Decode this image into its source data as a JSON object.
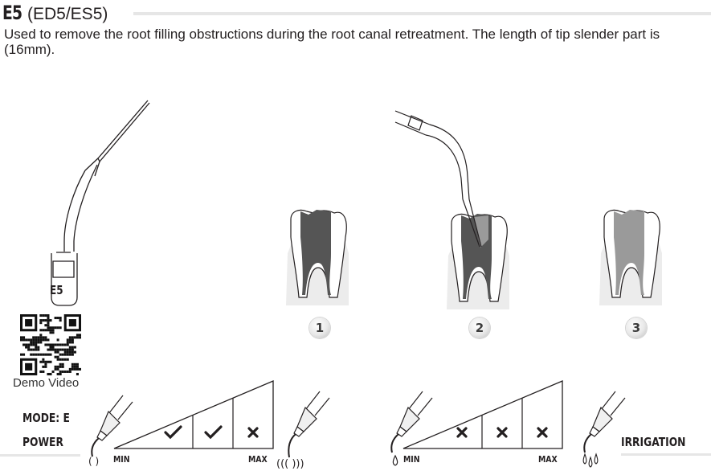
{
  "header": {
    "code": "E5",
    "variants": "(ED5/ES5)",
    "description": "Used to remove the root filling obstructions during the root canal retreatment. The length of tip slender part is (16mm)."
  },
  "tip": {
    "engraving": "E5"
  },
  "qr": {
    "caption": "Demo Video"
  },
  "steps": [
    {
      "number": "1",
      "description": "tooth-with-filled-canal"
    },
    {
      "number": "2",
      "description": "tip-removing-filling"
    },
    {
      "number": "3",
      "description": "tooth-after-retreatment"
    }
  ],
  "settings": {
    "mode_label": "MODE: E",
    "power": {
      "label": "POWER",
      "min_label": "MIN",
      "max_label": "MAX",
      "levels": [
        "check",
        "check",
        "cross"
      ]
    },
    "irrigation": {
      "label": "IRRIGATION",
      "min_label": "MIN",
      "max_label": "MAX",
      "levels": [
        "cross",
        "cross",
        "cross"
      ]
    }
  },
  "colors": {
    "text": "#231f20",
    "rule": "#e6e6e6",
    "filling_dark": "#555555",
    "filling_light": "#9a9a9a",
    "gum": "#ececec"
  }
}
